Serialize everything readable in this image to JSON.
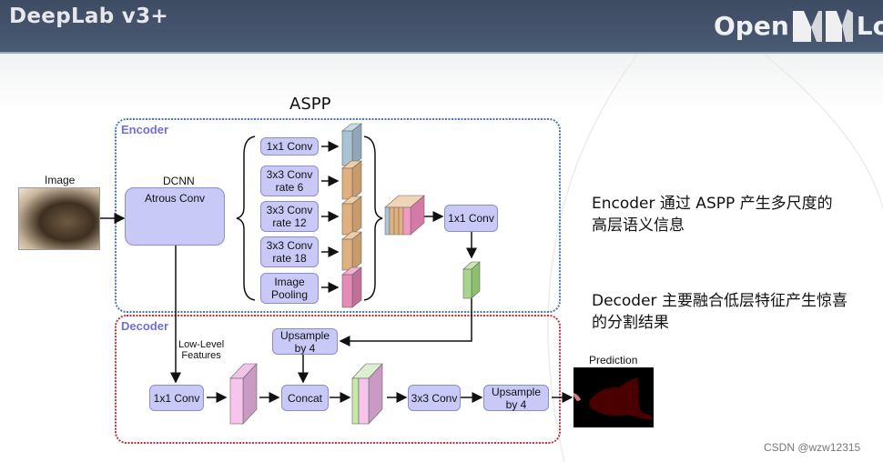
{
  "header": {
    "title": "DeepLab v3+",
    "logo": "OpenMMLab"
  },
  "diagram": {
    "aspp_title": "ASPP",
    "encoder_label": "Encoder",
    "decoder_label": "Decoder",
    "image_label": "Image",
    "dcnn_label": "DCNN",
    "atrous_conv": "Atrous Conv",
    "aspp_branches": [
      {
        "line1": "1x1 Conv",
        "line2": ""
      },
      {
        "line1": "3x3 Conv",
        "line2": "rate 6"
      },
      {
        "line1": "3x3 Conv",
        "line2": "rate 12"
      },
      {
        "line1": "3x3 Conv",
        "line2": "rate 18"
      },
      {
        "line1": "Image",
        "line2": "Pooling"
      }
    ],
    "encoder_conv": "1x1 Conv",
    "upsample_top": {
      "line1": "Upsample",
      "line2": "by 4"
    },
    "low_level": {
      "line1": "Low-Level",
      "line2": "Features"
    },
    "decoder_conv": "1x1 Conv",
    "concat": "Concat",
    "conv3x3": "3x3 Conv",
    "upsample_final": {
      "line1": "Upsample",
      "line2": "by 4"
    },
    "prediction_label": "Prediction",
    "colors": {
      "encoder_border": "#4a78b5",
      "decoder_border": "#c8323c",
      "node_fill": "#c9c9f7",
      "section_label": "#6f6fd8",
      "feat_blue": "#a9c2d4",
      "feat_orange": "#e1b07e",
      "feat_pink": "#d47aa6",
      "feat_green": "#a9d58a",
      "feat_mauve": "#c99ac4"
    }
  },
  "notes": [
    {
      "line1": "Encoder 通过 ASPP 产生多尺度的",
      "line2": "高层语义信息"
    },
    {
      "line1": "Decoder 主要融合低层特征产生惊喜",
      "line2": "的分割结果"
    }
  ],
  "watermark": "CSDN @wzw12315"
}
